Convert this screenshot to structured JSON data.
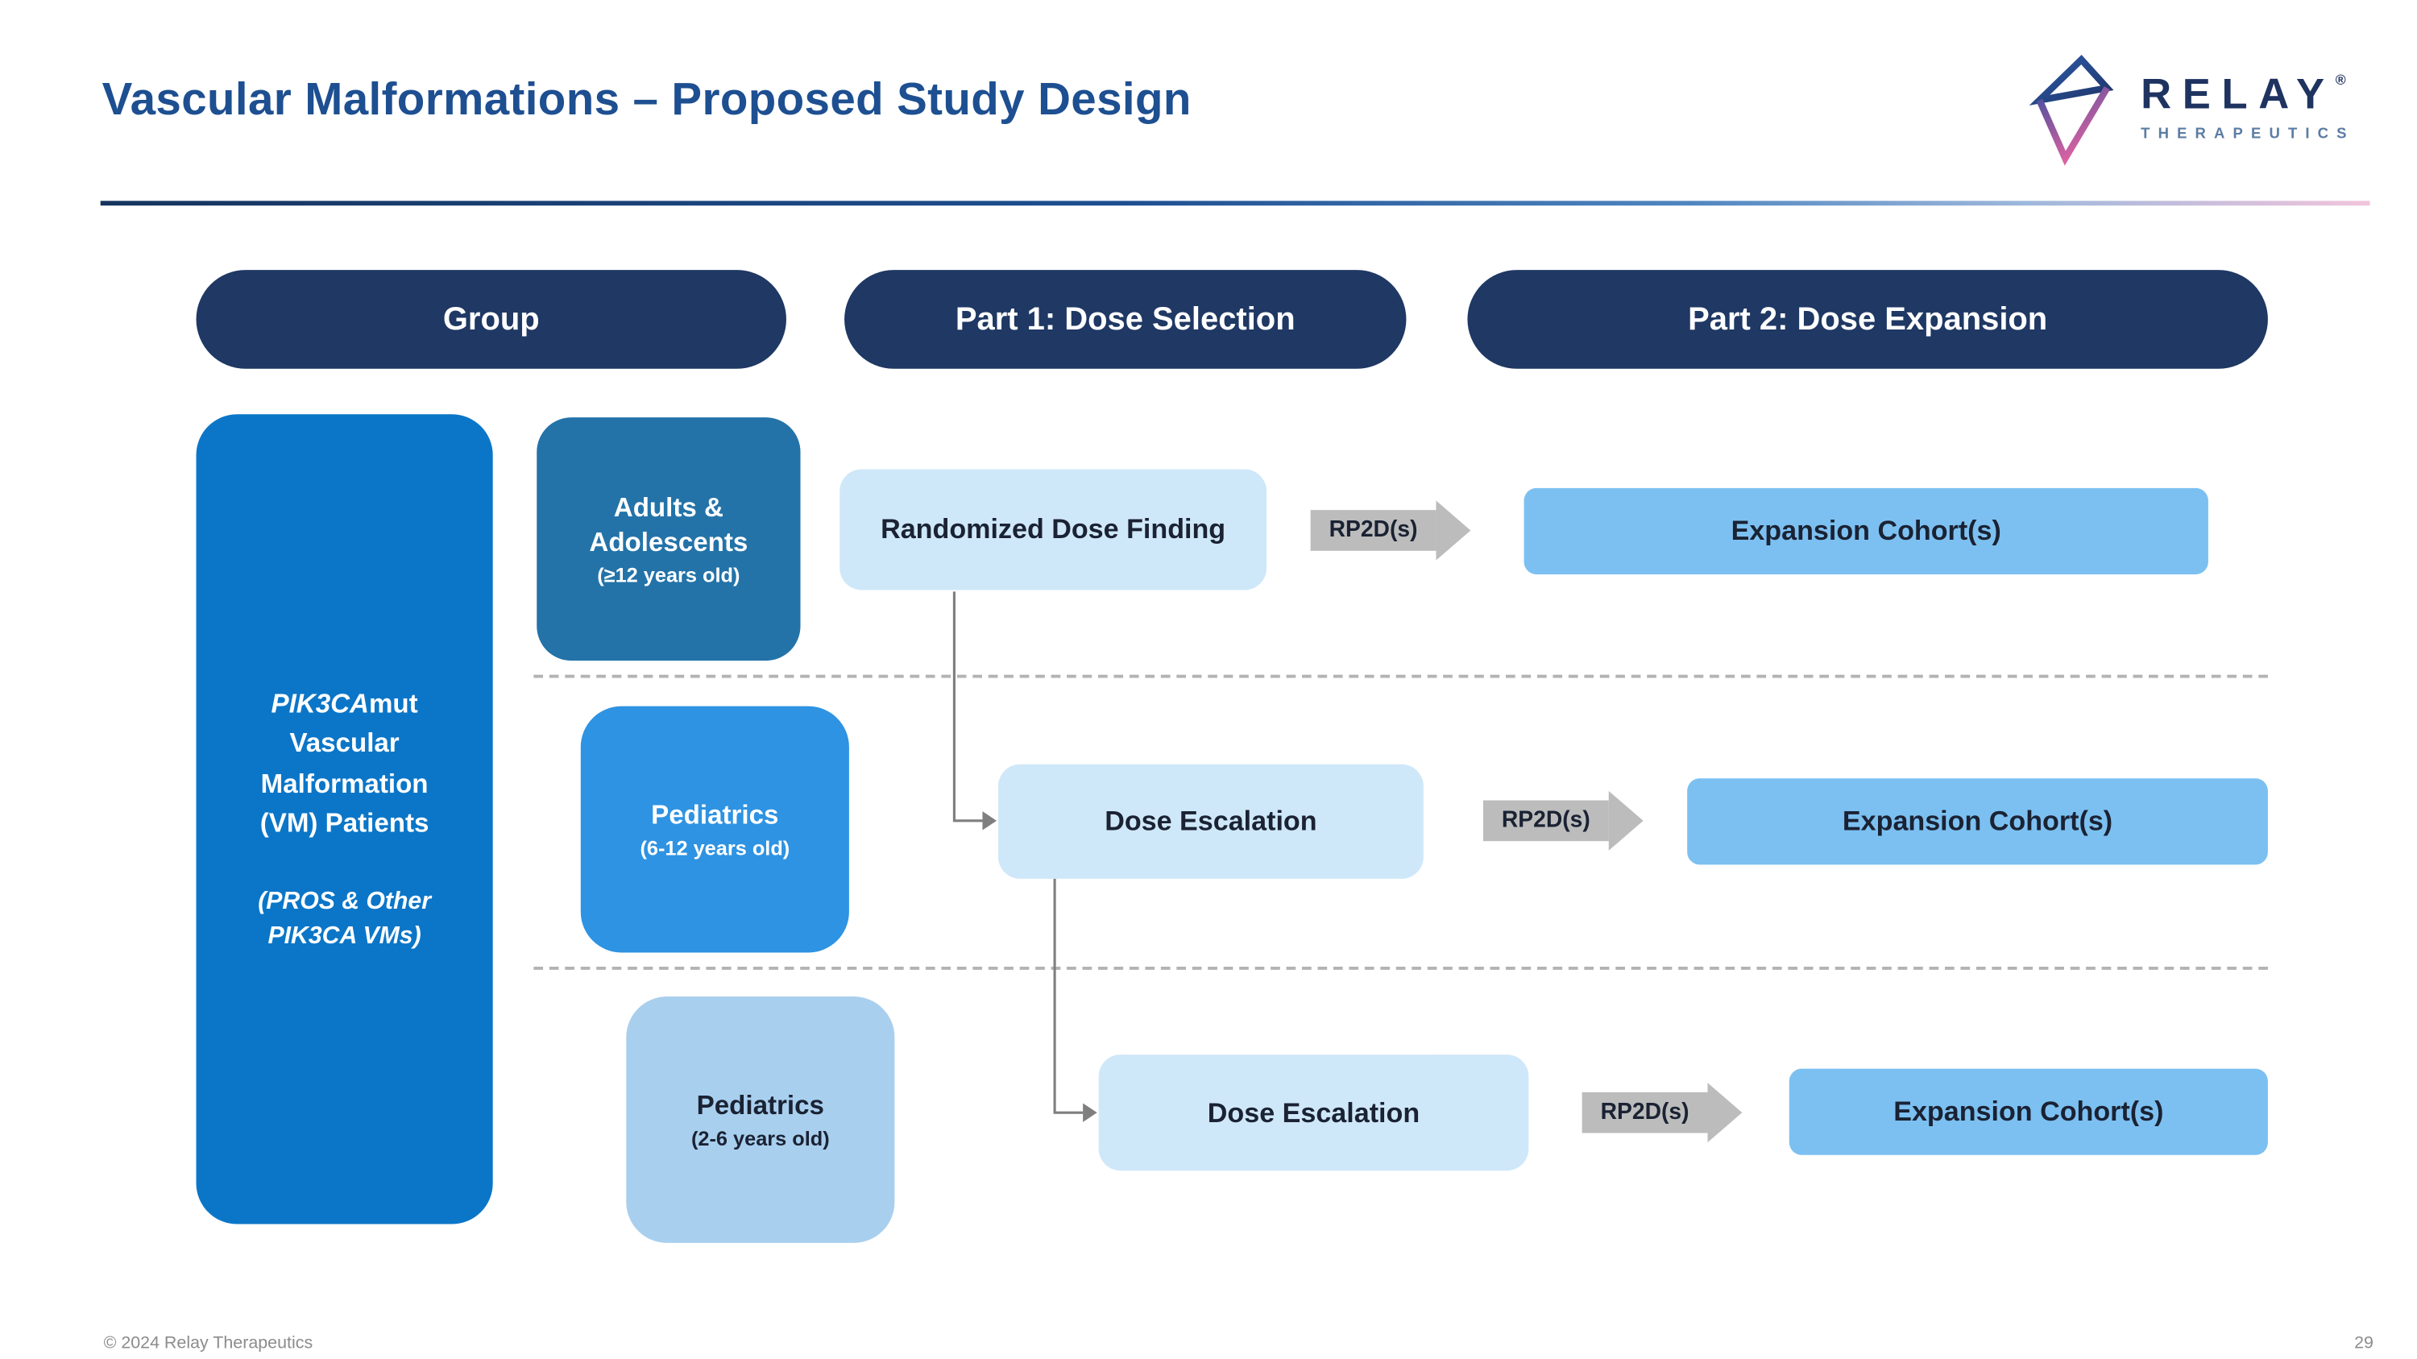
{
  "slide": {
    "title": "Vascular Malformations – Proposed Study Design",
    "footer": "© 2024 Relay Therapeutics",
    "page_number": "29"
  },
  "logo": {
    "wordmark": "RELAY",
    "registered": "®",
    "subtext": "THERAPEUTICS"
  },
  "column_headers": [
    {
      "label": "Group"
    },
    {
      "label": "Part 1: Dose Selection"
    },
    {
      "label": "Part 2: Dose Expansion"
    }
  ],
  "patient_group": {
    "gene_italic": "PIK3CA",
    "gene_suffix": "mut",
    "line_2": "Vascular",
    "line_3": "Malformation",
    "line_4": "(VM) Patients",
    "note_line_1": "(PROS & Other",
    "note_line_2": "PIK3CA VMs)"
  },
  "cohorts": [
    {
      "title": "Adults & Adolescents",
      "subtitle": "(≥12 years old)"
    },
    {
      "title": "Pediatrics",
      "subtitle": "(6-12 years old)"
    },
    {
      "title": "Pediatrics",
      "subtitle": "(2-6 years old)"
    }
  ],
  "flow_rows": [
    {
      "dose_step": "Randomized Dose Finding",
      "arrow_label": "RP2D(s)",
      "expansion": "Expansion Cohort(s)"
    },
    {
      "dose_step": "Dose Escalation",
      "arrow_label": "RP2D(s)",
      "expansion": "Expansion Cohort(s)"
    },
    {
      "dose_step": "Dose Escalation",
      "arrow_label": "RP2D(s)",
      "expansion": "Expansion Cohort(s)"
    }
  ],
  "colors": {
    "title_blue": "#1d4f91",
    "header_navy": "#1f3864",
    "patient_blue": "#0b76c8",
    "adults_blue": "#2373a9",
    "pediatrics_blue": "#2e93e2",
    "pediatrics_light_blue": "#a9cfee",
    "dose_box_blue": "#cfe8f9",
    "expansion_blue": "#7cc0f1",
    "arrow_gray": "#bcbcbc",
    "connector_gray": "#7f7f7f"
  }
}
